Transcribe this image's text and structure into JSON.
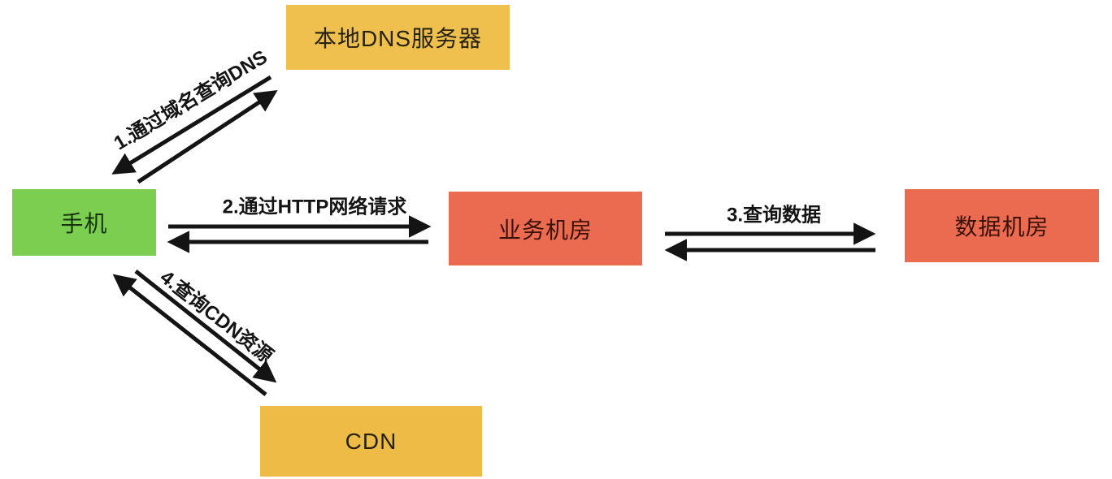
{
  "diagram": {
    "type": "flow-diagram",
    "background": "#ffffff",
    "arrow_color": "#141414",
    "nodes": [
      {
        "id": "phone",
        "label": "手机",
        "color": "#7BCE50"
      },
      {
        "id": "local-dns",
        "label": "本地DNS服务器",
        "color": "#EFC04E"
      },
      {
        "id": "biz-room",
        "label": "业务机房",
        "color": "#EB6B51"
      },
      {
        "id": "data-room",
        "label": "数据机房",
        "color": "#EB6B51"
      },
      {
        "id": "cdn",
        "label": "CDN",
        "color": "#EDBB46"
      }
    ],
    "edges": [
      {
        "step": "1",
        "label": "1.通过域名查询DNS",
        "from": "手机",
        "to": "本地DNS服务器",
        "bidirectional": true
      },
      {
        "step": "2",
        "label": "2.通过HTTP网络请求",
        "from": "手机",
        "to": "业务机房",
        "bidirectional": true
      },
      {
        "step": "3",
        "label": "3.查询数据",
        "from": "业务机房",
        "to": "数据机房",
        "bidirectional": true
      },
      {
        "step": "4",
        "label": "4.查询CDN资源",
        "from": "手机",
        "to": "CDN",
        "bidirectional": true
      }
    ]
  }
}
